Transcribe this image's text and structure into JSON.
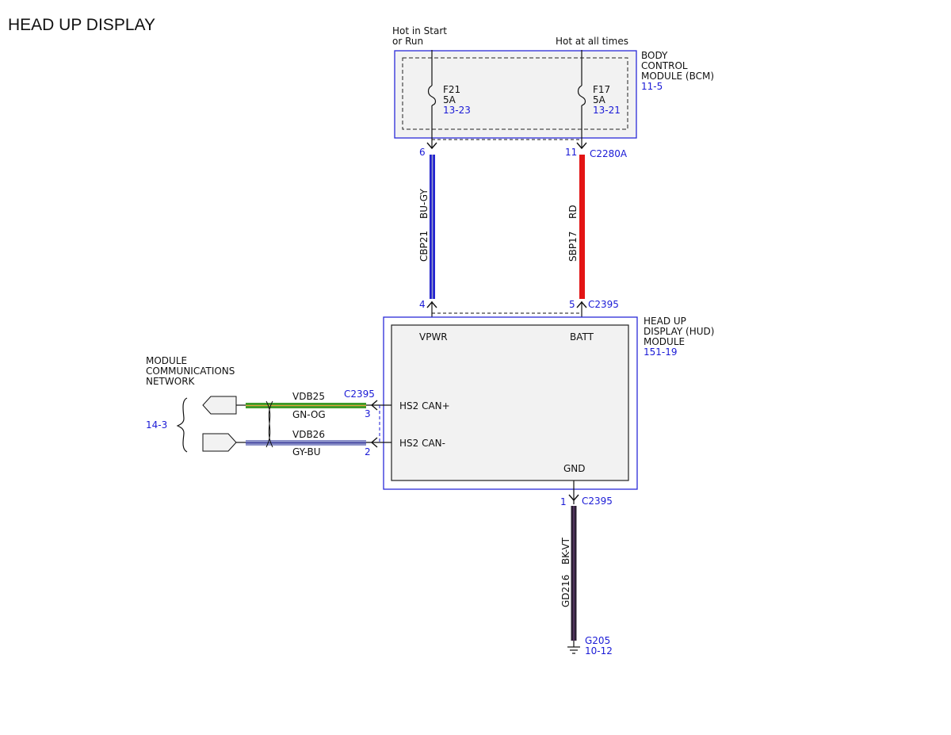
{
  "title": "HEAD UP DISPLAY",
  "colors": {
    "link_blue": "#1a1ad6",
    "box_blue": "#2a2ad8",
    "box_fill": "#f2f2f2",
    "wire_bu_gy": "#2323d0",
    "wire_rd": "#e31414",
    "wire_gn_og": "#3d9a2a",
    "wire_gy_bu": "#8a90c8",
    "wire_bk_vt": "#2a1f33"
  },
  "power": {
    "hot_start_run_line1": "Hot in Start",
    "hot_start_run_line2": "or Run",
    "hot_at_all_times": "Hot at all times"
  },
  "bcm": {
    "line1": "BODY",
    "line2": "CONTROL",
    "line3": "MODULE (BCM)",
    "ref": "11-5",
    "fuse_left": {
      "name": "F21",
      "rating": "5A",
      "ref": "13-23"
    },
    "fuse_right": {
      "name": "F17",
      "rating": "5A",
      "ref": "13-21"
    },
    "pin_left": "6",
    "pin_right": "11",
    "connector": "C2280A"
  },
  "wires": {
    "left": {
      "circuit": "CBP21",
      "color": "BU-GY"
    },
    "right": {
      "circuit": "SBP17",
      "color": "RD"
    },
    "ground": {
      "circuit": "GD216",
      "color": "BK-VT"
    },
    "can_high": {
      "circuit": "VDB25",
      "color": "GN-OG"
    },
    "can_low": {
      "circuit": "VDB26",
      "color": "GY-BU"
    }
  },
  "hud": {
    "line1": "HEAD UP",
    "line2": "DISPLAY (HUD)",
    "line3": "MODULE",
    "ref": "151-19",
    "pin_vpwr": "4",
    "pin_batt": "5",
    "connector_top": "C2395",
    "label_vpwr": "VPWR",
    "label_batt": "BATT",
    "label_can_high": "HS2 CAN+",
    "label_can_low": "HS2 CAN-",
    "label_gnd": "GND",
    "pin_can_high": "3",
    "pin_can_low": "2",
    "connector_can": "C2395",
    "pin_gnd": "1",
    "connector_gnd": "C2395"
  },
  "network": {
    "line1": "MODULE",
    "line2": "COMMUNICATIONS",
    "line3": "NETWORK",
    "ref": "14-3"
  },
  "ground": {
    "name": "G205",
    "ref": "10-12"
  }
}
